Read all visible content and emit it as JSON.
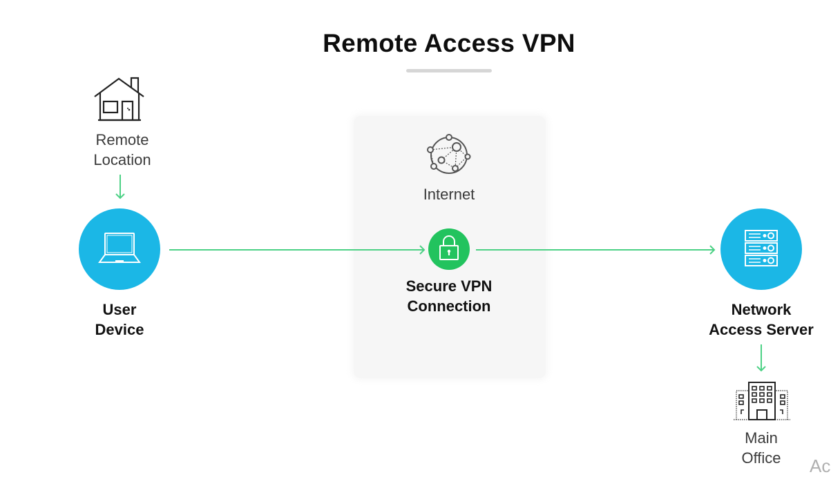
{
  "title": "Remote Access VPN",
  "colors": {
    "node_blue": "#1bb7e6",
    "secure_green": "#22c35e",
    "arrow_green": "#4cd185",
    "panel_bg": "#f6f6f6"
  },
  "nodes": {
    "remote_location": {
      "icon": "house-icon",
      "line1": "Remote",
      "line2": "Location"
    },
    "user_device": {
      "icon": "laptop-icon",
      "line1": "User",
      "line2": "Device"
    },
    "internet": {
      "icon": "network-globe-icon",
      "label": "Internet"
    },
    "secure_vpn": {
      "icon": "lock-icon",
      "line1": "Secure VPN",
      "line2": "Connection"
    },
    "network_access_server": {
      "icon": "server-rack-icon",
      "line1": "Network",
      "line2": "Access Server"
    },
    "main_office": {
      "icon": "office-building-icon",
      "line1": "Main",
      "line2": "Office"
    }
  },
  "edges": [
    {
      "from": "remote_location",
      "to": "user_device"
    },
    {
      "from": "user_device",
      "to": "secure_vpn"
    },
    {
      "from": "secure_vpn",
      "to": "network_access_server"
    },
    {
      "from": "network_access_server",
      "to": "main_office"
    }
  ],
  "corner_text": "Ac"
}
